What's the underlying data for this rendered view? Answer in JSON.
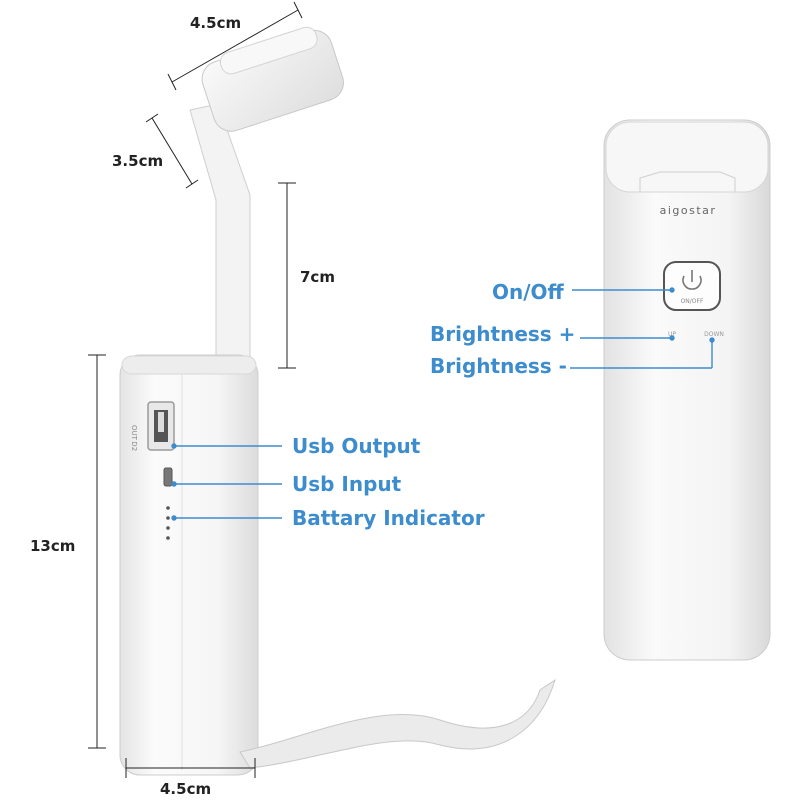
{
  "dimensions": {
    "top_width": "4.5cm",
    "head_depth": "3.5cm",
    "arm_length": "7cm",
    "body_height": "13cm",
    "bottom_width": "4.5cm"
  },
  "callouts": {
    "usb_output": "Usb Output",
    "usb_input": "Usb Input",
    "battery_indicator": "Battary Indicator",
    "on_off": "On/Off",
    "brightness_plus": "Brightness +",
    "brightness_minus": "Brightness -"
  },
  "device_markings": {
    "brand": "aigostar",
    "power_button": "ON/OFF",
    "up": "UP",
    "down": "DOWN",
    "side_label": "OUT D2"
  },
  "colors": {
    "callout_blue": "#3d8ccd",
    "device_white": "#f4f4f4",
    "dimension_line": "#222222"
  },
  "icons": [
    "power-icon",
    "usb-a-port-icon",
    "micro-usb-port-icon",
    "battery-led-icon"
  ]
}
